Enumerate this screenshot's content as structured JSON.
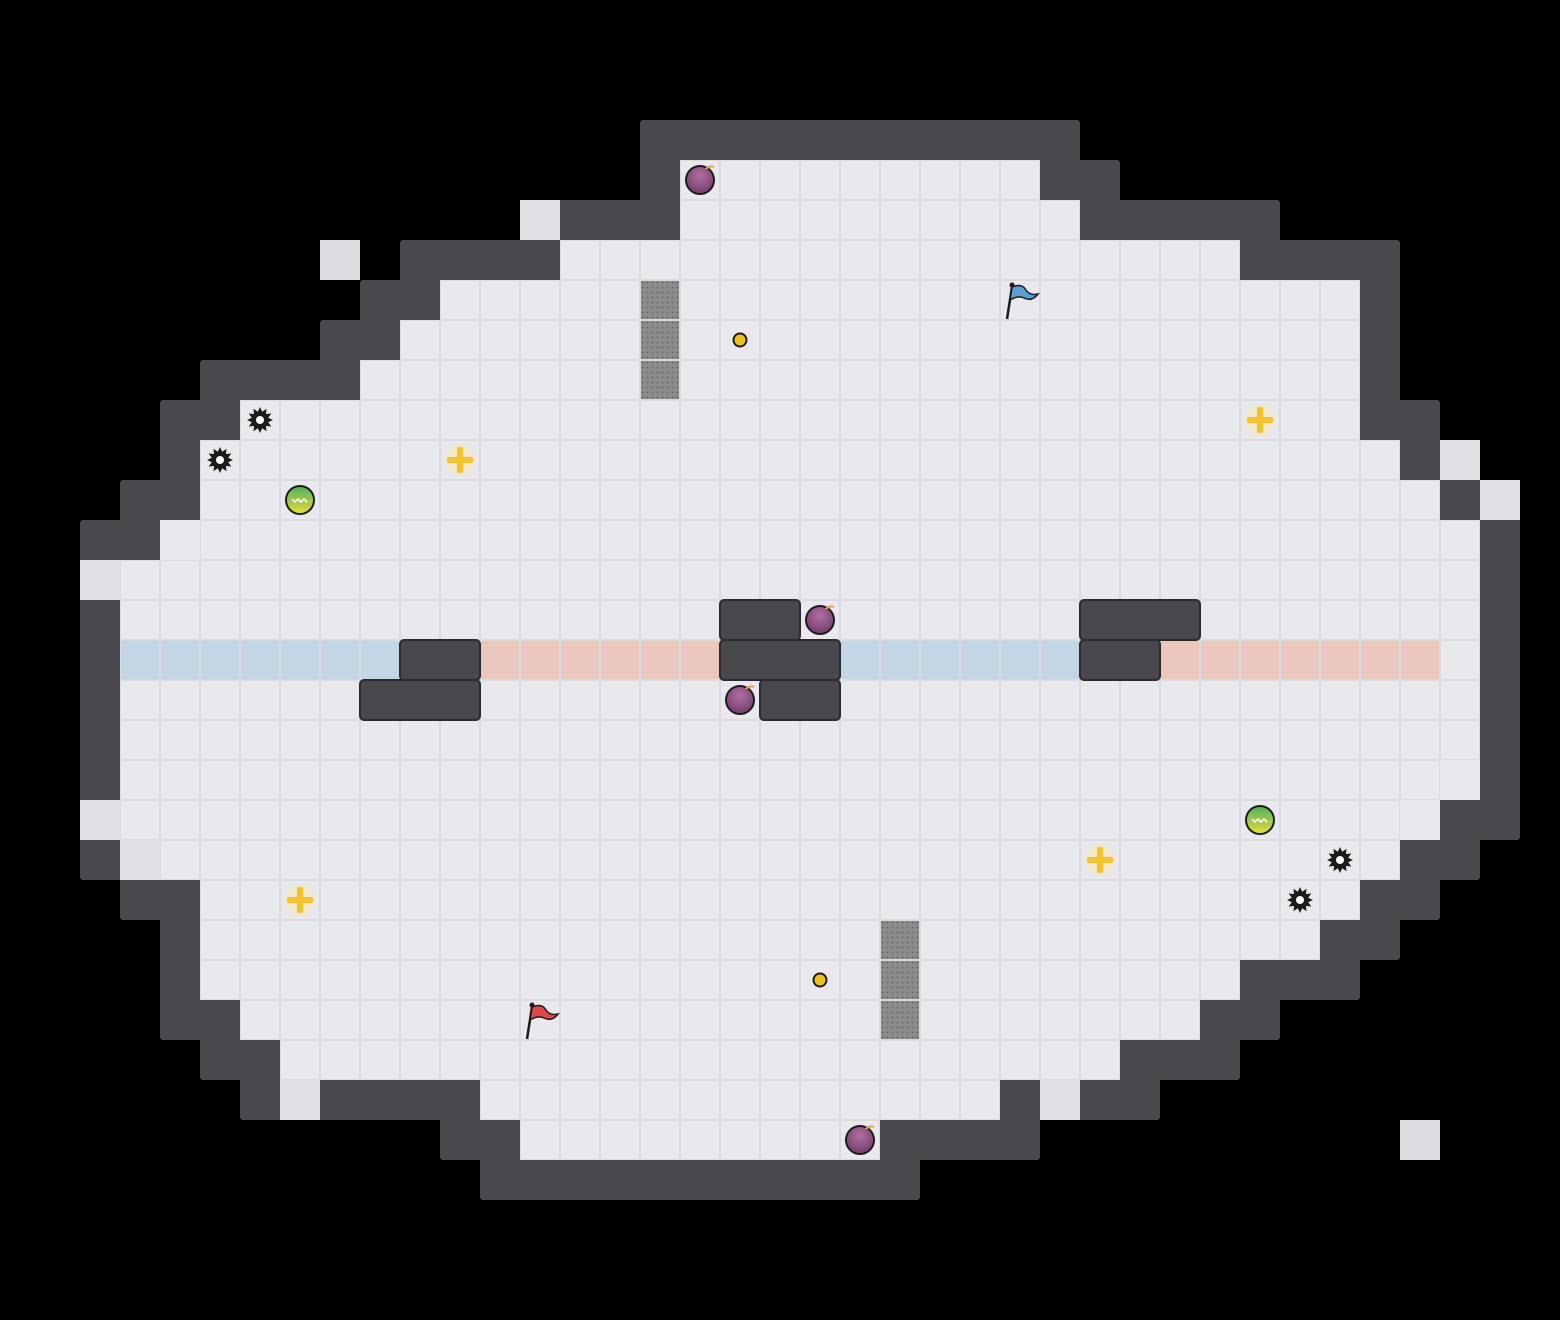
{
  "map": {
    "tiles_wide": 39,
    "tiles_high": 33,
    "floor_rows": [
      [
        4,
        17,
        25
      ],
      [
        5,
        17,
        26
      ],
      [
        6,
        14,
        30
      ],
      [
        7,
        11,
        33
      ],
      [
        8,
        10,
        33
      ],
      [
        9,
        9,
        33
      ],
      [
        10,
        6,
        33
      ],
      [
        11,
        5,
        34
      ],
      [
        12,
        5,
        35
      ],
      [
        13,
        4,
        36
      ],
      [
        14,
        3,
        36
      ],
      [
        15,
        3,
        36
      ],
      [
        16,
        3,
        36
      ],
      [
        17,
        3,
        36
      ],
      [
        18,
        3,
        36
      ],
      [
        19,
        3,
        36
      ],
      [
        20,
        3,
        35
      ],
      [
        21,
        4,
        34
      ],
      [
        22,
        5,
        33
      ],
      [
        23,
        5,
        32
      ],
      [
        24,
        5,
        30
      ],
      [
        25,
        6,
        29
      ],
      [
        26,
        7,
        27
      ],
      [
        27,
        12,
        24
      ],
      [
        28,
        13,
        21
      ]
    ],
    "wall_blocks": [
      [
        10,
        16,
        2,
        1
      ],
      [
        9,
        17,
        3,
        1
      ],
      [
        18,
        15,
        2,
        1
      ],
      [
        18,
        16,
        3,
        1
      ],
      [
        19,
        17,
        2,
        1
      ],
      [
        27,
        15,
        3,
        1
      ],
      [
        27,
        16,
        2,
        1
      ]
    ],
    "pit_notches": [
      [
        13,
        5
      ],
      [
        8,
        6
      ],
      [
        4,
        13
      ],
      [
        2,
        14
      ],
      [
        36,
        11
      ],
      [
        37,
        12
      ],
      [
        36,
        19
      ],
      [
        35,
        20
      ],
      [
        2,
        20
      ],
      [
        3,
        21
      ],
      [
        7,
        27
      ],
      [
        26,
        27
      ],
      [
        35,
        28
      ]
    ],
    "blue_zone_ranges": [
      [
        16,
        3,
        9
      ],
      [
        16,
        21,
        26
      ]
    ],
    "red_zone_ranges": [
      [
        16,
        12,
        17
      ],
      [
        16,
        29,
        35
      ]
    ],
    "gates": [
      [
        16,
        7,
        3
      ],
      [
        22,
        23,
        3
      ]
    ]
  },
  "pickups": {
    "bombs": [
      [
        17,
        4
      ],
      [
        20,
        15
      ],
      [
        18,
        17
      ],
      [
        21,
        28
      ]
    ],
    "jukejuice": [
      [
        7,
        12
      ],
      [
        31,
        20
      ]
    ],
    "tagpro_boosts": [
      [
        11,
        11
      ],
      [
        31,
        10
      ],
      [
        7,
        22
      ],
      [
        27,
        21
      ]
    ],
    "spikes": [
      [
        6,
        10
      ],
      [
        5,
        11
      ],
      [
        33,
        21
      ],
      [
        32,
        22
      ]
    ],
    "buttons": [
      [
        18,
        8
      ],
      [
        20,
        24
      ]
    ]
  },
  "flags": {
    "blue": {
      "tile": [
        25,
        7
      ]
    },
    "red": {
      "tile": [
        13,
        25
      ]
    }
  },
  "colors": {
    "background": "#000000",
    "floor": "#e9e9ed",
    "wall": "#48484d",
    "wall_outline": "#2b2b2f",
    "blue_zone": "#c2d6e6",
    "red_zone": "#eac8be",
    "gate": "#8a8a8a",
    "bomb": "#8f4d7e",
    "jukejuice": "#7fc247",
    "boost": "#f4c22a",
    "spike": "#1b1b1b",
    "button": "#f3c01a",
    "blue_flag": "#5a9fd0",
    "red_flag": "#e04848"
  }
}
